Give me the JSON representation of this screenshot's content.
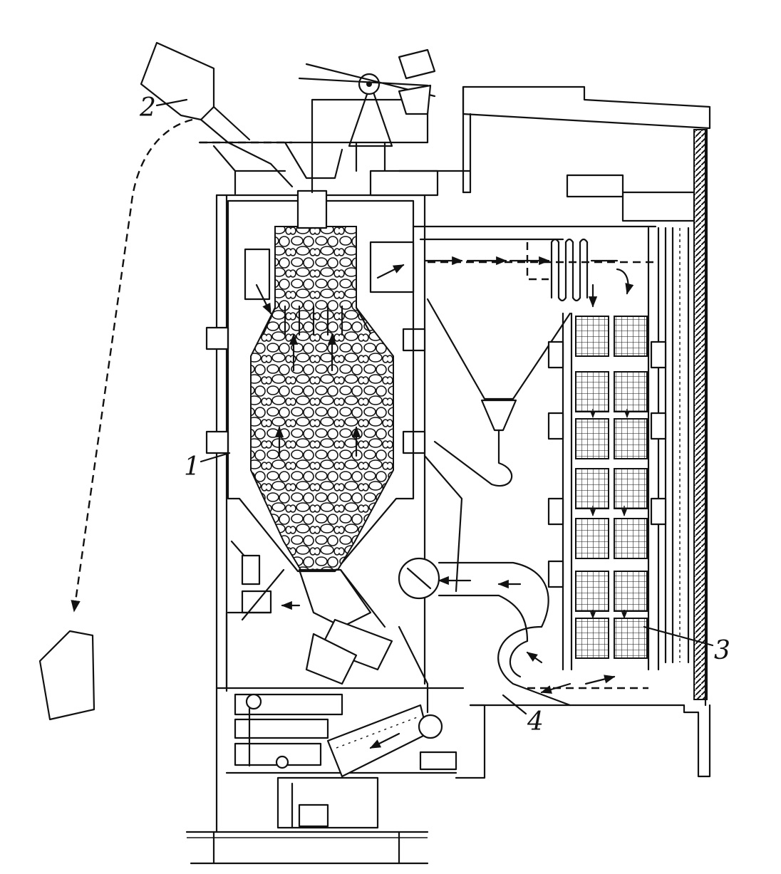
{
  "callouts": {
    "c1": "1",
    "c2": "2",
    "c3": "3",
    "c4": "4"
  },
  "colors": {
    "ink": "#111111",
    "paper": "#ffffff"
  }
}
